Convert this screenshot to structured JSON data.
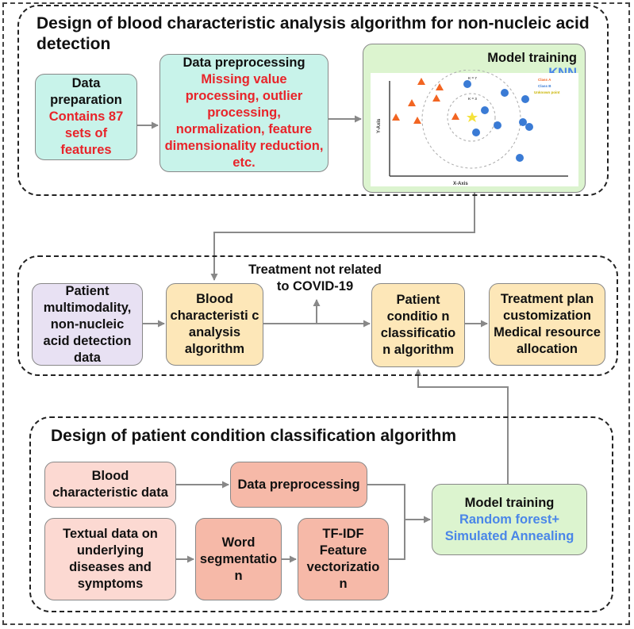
{
  "top_group": {
    "title": "Design of blood characteristic analysis algorithm for non-nucleic acid detection",
    "data_prep": {
      "title": "Data preparation",
      "detail": "Contains 87 sets of features"
    },
    "preprocessing": {
      "title": "Data preprocessing",
      "detail": "Missing value processing, outlier processing, normalization, feature dimensionality reduction, etc."
    },
    "model_training": {
      "title": "Model training",
      "method": "KNN"
    },
    "knn_plot": {
      "x_axis": "X-Axis",
      "y_axis": "Y-Axis",
      "legend": [
        "Class A",
        "Class B",
        "Unknown point"
      ],
      "k_labels": [
        "K = 7",
        "K = 3"
      ]
    }
  },
  "middle_group": {
    "patient_data": "Patient multimodality, non-nucleic acid detection data",
    "blood_algo": "Blood characteristi c analysis algorithm",
    "treatment_note": "Treatment not related to COVID-19",
    "condition_algo": "Patient conditio n classificatio n algorithm",
    "plan": "Treatment plan customization Medical resource allocation"
  },
  "bottom_group": {
    "title": "Design of patient condition classification algorithm",
    "blood_data": "Blood characteristic data",
    "preprocessing": "Data preprocessing",
    "textual_data": "Textual data on underlying diseases and symptoms",
    "word_seg": "Word segmentatio n",
    "tfidf": "TF-IDF Feature vectorizatio n",
    "model_training": {
      "title": "Model training",
      "method": "Random forest+ Simulated Annealing"
    }
  },
  "colors": {
    "red_text": "#e8242a",
    "blue_text": "#4a86e8",
    "class_a": "#f26522",
    "class_b": "#3a7bd5",
    "unknown": "#f5e23b"
  }
}
